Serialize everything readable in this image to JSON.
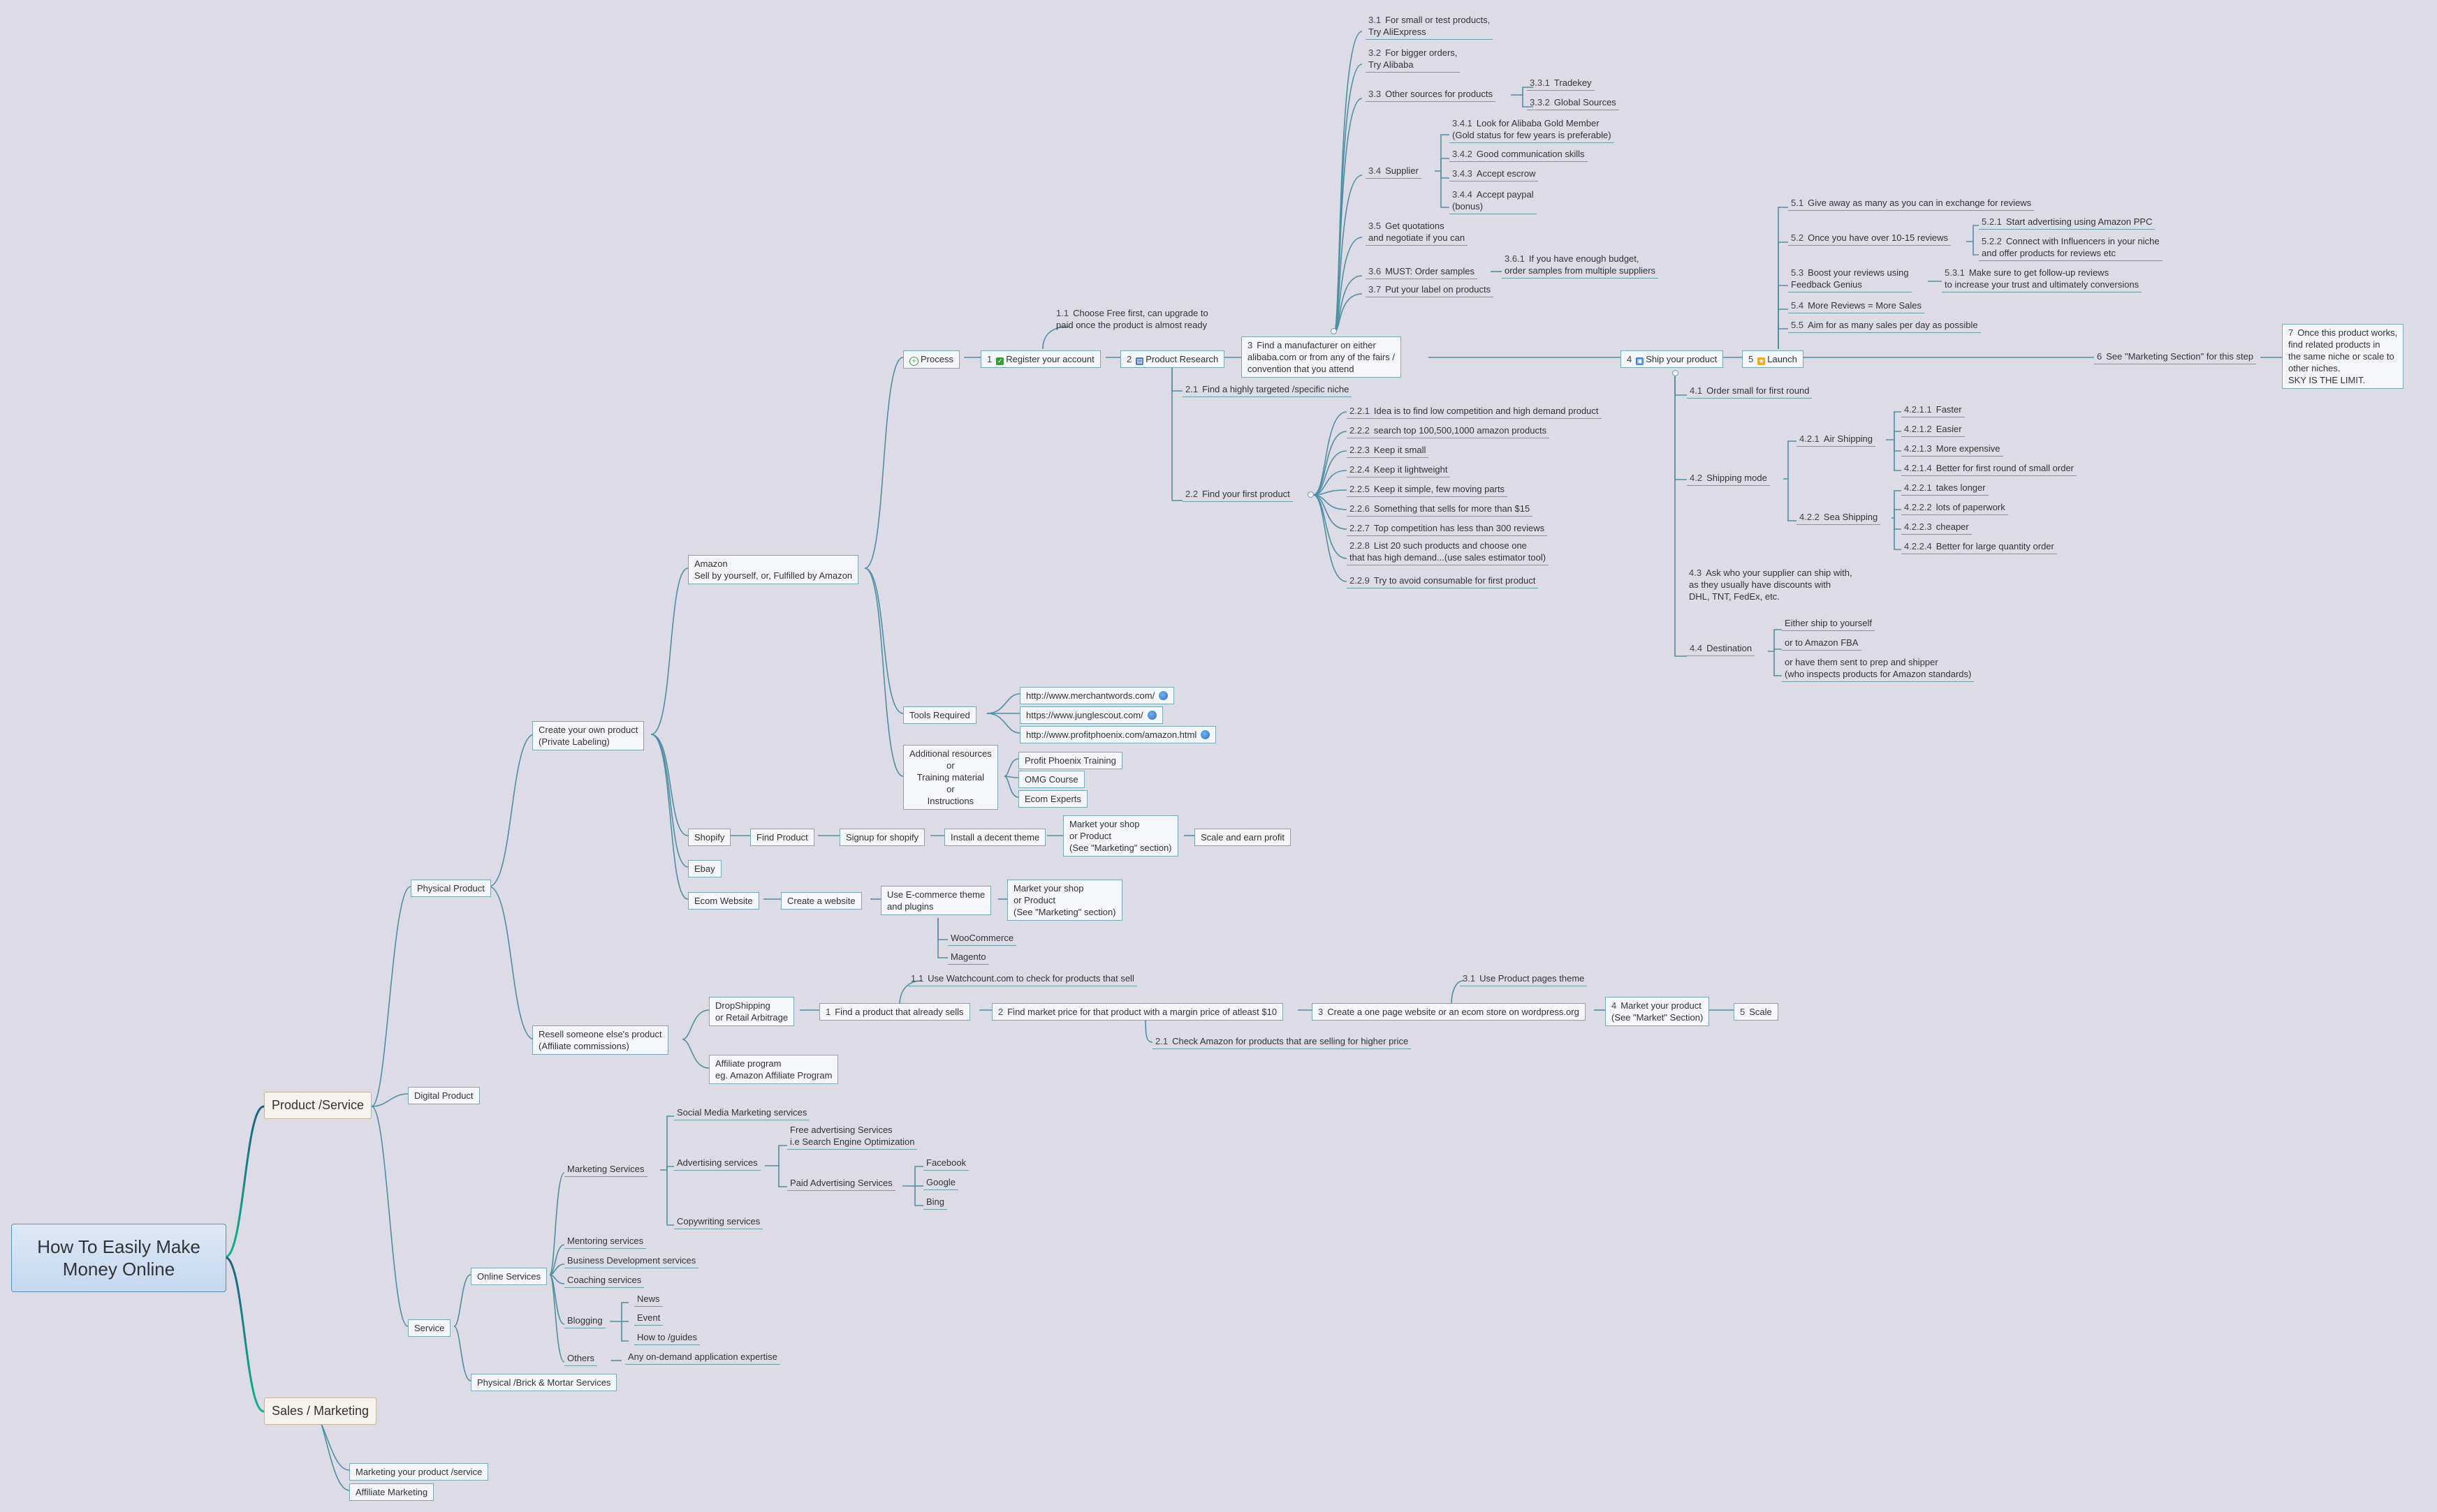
{
  "root": "How To Easily Make\nMoney Online",
  "l1": {
    "product": "Product /Service",
    "sales": "Sales / Marketing"
  },
  "sales": {
    "a": "Marketing your product /service",
    "b": "Affiliate Marketing"
  },
  "product": {
    "physical": "Physical Product",
    "digital": "Digital Product",
    "service": "Service"
  },
  "physical": {
    "own": "Create your own product\n(Private Labeling)",
    "resell": "Resell someone else's product\n(Affiliate commissions)"
  },
  "own": {
    "amazon": "Amazon\nSell by yourself, or, Fulfilled by Amazon",
    "shopify": "Shopify",
    "ebay": "Ebay",
    "ecom": "Ecom Website"
  },
  "amazon": {
    "process": "Process",
    "tools": "Tools Required",
    "addl": "Additional resources\nor\nTraining material\nor\nInstructions"
  },
  "tools": [
    "http://www.merchantwords.com/",
    "https://www.junglescout.com/",
    "http://www.profitphoenix.com/amazon.html"
  ],
  "addl": [
    "Profit Phoenix Training",
    "OMG Course",
    "Ecom Experts"
  ],
  "shopify": [
    "Find Product",
    "Signup for shopify",
    "Install a decent theme",
    "Market your shop\nor Product\n(See \"Marketing\" section)",
    "Scale and earn profit"
  ],
  "ecom": {
    "create": "Create a website",
    "use": "Use E-commerce theme\nand plugins",
    "market": "Market your shop\nor Product\n(See \"Marketing\" section)",
    "woo": "WooCommerce",
    "mag": "Magento"
  },
  "resell": {
    "drop": "DropShipping\nor Retail Arbitrage",
    "aff": "Affiliate program\neg. Amazon Affiliate Program",
    "s1": {
      "n": "1",
      "t": "Find a product that already sells"
    },
    "s11": {
      "n": "1.1",
      "t": "Use Watchcount.com to check for products that sell"
    },
    "s2": {
      "n": "2",
      "t": "Find market price for that product with a margin price of atleast $10"
    },
    "s21": {
      "n": "2.1",
      "t": "Check Amazon for products that are selling for higher price"
    },
    "s3": {
      "n": "3",
      "t": "Create a one page website or an ecom store on wordpress.org"
    },
    "s31": {
      "n": "3.1",
      "t": "Use Product pages theme"
    },
    "s4": {
      "n": "4",
      "t": "Market your product\n(See \"Market\" Section)"
    },
    "s5": {
      "n": "5",
      "t": "Scale"
    }
  },
  "process": {
    "p1": {
      "n": "1",
      "t": "Register your account"
    },
    "p11": {
      "n": "1.1",
      "t": "Choose Free first, can upgrade to\npaid once the product is almost ready"
    },
    "p2": {
      "n": "2",
      "t": "Product Research"
    },
    "p21": {
      "n": "2.1",
      "t": "Find a highly targeted /specific niche"
    },
    "p22": {
      "n": "2.2",
      "t": "Find your first product"
    },
    "p22items": [
      {
        "n": "2.2.1",
        "t": "Idea is to find low competition and high demand product"
      },
      {
        "n": "2.2.2",
        "t": "search top 100,500,1000 amazon products"
      },
      {
        "n": "2.2.3",
        "t": "Keep it small"
      },
      {
        "n": "2.2.4",
        "t": "Keep it lightweight"
      },
      {
        "n": "2.2.5",
        "t": "Keep it simple, few moving parts"
      },
      {
        "n": "2.2.6",
        "t": "Something that sells for more than $15"
      },
      {
        "n": "2.2.7",
        "t": "Top competition has less than 300 reviews"
      },
      {
        "n": "2.2.8",
        "t": "List 20 such products and choose one\nthat has high demand...(use sales estimator tool)"
      },
      {
        "n": "2.2.9",
        "t": "Try to avoid consumable for first product"
      }
    ],
    "p3": {
      "n": "3",
      "t": "Find a manufacturer on either\nalibaba.com or from any of the fairs /\nconvention that you attend"
    },
    "p3items": [
      {
        "n": "3.1",
        "t": "For small or test products,\nTry AliExpress"
      },
      {
        "n": "3.2",
        "t": "For bigger orders,\nTry Alibaba"
      },
      {
        "n": "3.3",
        "t": "Other sources for products"
      },
      {
        "n": "3.4",
        "t": "Supplier"
      },
      {
        "n": "3.5",
        "t": "Get quotations\nand negotiate if you can"
      },
      {
        "n": "3.6",
        "t": "MUST: Order samples"
      },
      {
        "n": "3.7",
        "t": "Put your label on products"
      }
    ],
    "p33": [
      {
        "n": "3.3.1",
        "t": "Tradekey"
      },
      {
        "n": "3.3.2",
        "t": "Global Sources"
      }
    ],
    "p34": [
      {
        "n": "3.4.1",
        "t": "Look for Alibaba Gold Member\n(Gold status for few years is preferable)"
      },
      {
        "n": "3.4.2",
        "t": "Good communication skills"
      },
      {
        "n": "3.4.3",
        "t": "Accept escrow"
      },
      {
        "n": "3.4.4",
        "t": "Accept paypal\n(bonus)"
      }
    ],
    "p361": {
      "n": "3.6.1",
      "t": "If you have enough budget,\norder samples from multiple suppliers"
    },
    "p4": {
      "n": "4",
      "t": "Ship your product"
    },
    "p41": {
      "n": "4.1",
      "t": "Order small for first round"
    },
    "p42": {
      "n": "4.2",
      "t": "Shipping mode"
    },
    "p421": {
      "n": "4.2.1",
      "t": "Air Shipping"
    },
    "p421items": [
      {
        "n": "4.2.1.1",
        "t": "Faster"
      },
      {
        "n": "4.2.1.2",
        "t": "Easier"
      },
      {
        "n": "4.2.1.3",
        "t": "More expensive"
      },
      {
        "n": "4.2.1.4",
        "t": "Better for first round of small order"
      }
    ],
    "p422": {
      "n": "4.2.2",
      "t": "Sea Shipping"
    },
    "p422items": [
      {
        "n": "4.2.2.1",
        "t": "takes longer"
      },
      {
        "n": "4.2.2.2",
        "t": "lots of paperwork"
      },
      {
        "n": "4.2.2.3",
        "t": "cheaper"
      },
      {
        "n": "4.2.2.4",
        "t": "Better for large quantity order"
      }
    ],
    "p43": {
      "n": "4.3",
      "t": "Ask who your supplier can ship with,\nas they usually have discounts with\nDHL, TNT, FedEx, etc."
    },
    "p44": {
      "n": "4.4",
      "t": "Destination"
    },
    "p44items": [
      "Either ship to yourself",
      "or to Amazon FBA",
      "or have them sent to prep and shipper\n(who inspects products for Amazon standards)"
    ],
    "p5": {
      "n": "5",
      "t": "Launch"
    },
    "p51": {
      "n": "5.1",
      "t": "Give away as many as you can in exchange for reviews"
    },
    "p52": {
      "n": "5.2",
      "t": "Once you have over 10-15 reviews"
    },
    "p521": {
      "n": "5.2.1",
      "t": "Start advertising using Amazon PPC"
    },
    "p522": {
      "n": "5.2.2",
      "t": "Connect with Influencers in your niche\nand offer products for reviews etc"
    },
    "p53": {
      "n": "5.3",
      "t": "Boost your reviews using\nFeedback Genius"
    },
    "p531": {
      "n": "5.3.1",
      "t": "Make sure to get follow-up reviews\nto increase your trust and ultimately conversions"
    },
    "p54": {
      "n": "5.4",
      "t": "More Reviews = More Sales"
    },
    "p55": {
      "n": "5.5",
      "t": "Aim for as many sales per day as possible"
    },
    "p6": {
      "n": "6",
      "t": "See \"Marketing Section\" for this step"
    },
    "p7": {
      "n": "7",
      "t": "Once this product works,\nfind related products in\nthe same niche or scale to\nother niches.\nSKY IS THE LIMIT."
    }
  },
  "service": {
    "online": "Online Services",
    "physical": "Physical /Brick & Mortar Services",
    "mkt": "Marketing Services",
    "mentor": "Mentoring services",
    "bizdev": "Business Development services",
    "coach": "Coaching services",
    "blog": "Blogging",
    "others": "Others",
    "social": "Social Media Marketing services",
    "adv": "Advertising services",
    "copy": "Copywriting services",
    "free": "Free advertising Services\ni.e Search Engine Optimization",
    "paid": "Paid Advertising Services",
    "fb": "Facebook",
    "google": "Google",
    "bing": "Bing",
    "news": "News",
    "event": "Event",
    "howto": "How to /guides",
    "ondemand": "Any on-demand application expertise"
  }
}
